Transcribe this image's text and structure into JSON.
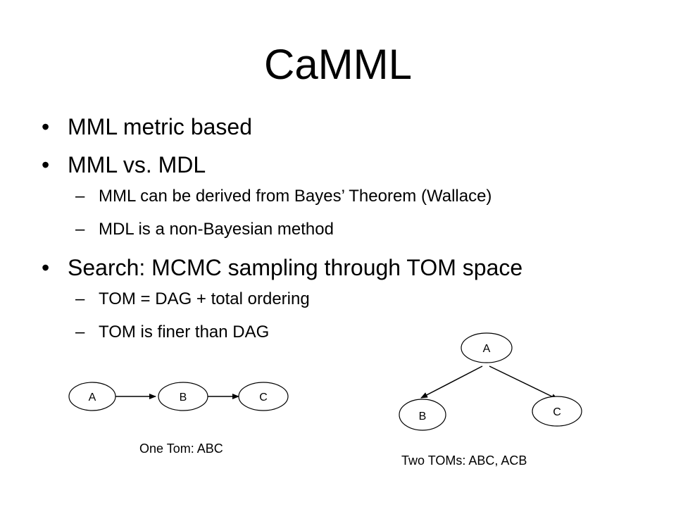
{
  "slide": {
    "title": "CaMML",
    "bullet_marker": "•",
    "dash_marker": "–",
    "bullets": [
      {
        "level": 1,
        "text": "MML metric based"
      },
      {
        "level": 1,
        "text": "MML vs. MDL"
      },
      {
        "level": 2,
        "text": "MML can be derived from Bayes’ Theorem (Wallace)"
      },
      {
        "level": 2,
        "text": "MDL is a non-Bayesian method"
      },
      {
        "level": 1,
        "text": "Search: MCMC sampling through TOM space"
      },
      {
        "level": 2,
        "text": "TOM = DAG + total ordering"
      },
      {
        "level": 2,
        "text": "TOM is finer than DAG"
      }
    ],
    "diagram_left": {
      "nodes": [
        "A",
        "B",
        "C"
      ],
      "caption": "One Tom: ABC"
    },
    "diagram_right": {
      "nodes": [
        "A",
        "B",
        "C"
      ],
      "caption": "Two TOMs: ABC,  ACB"
    }
  }
}
